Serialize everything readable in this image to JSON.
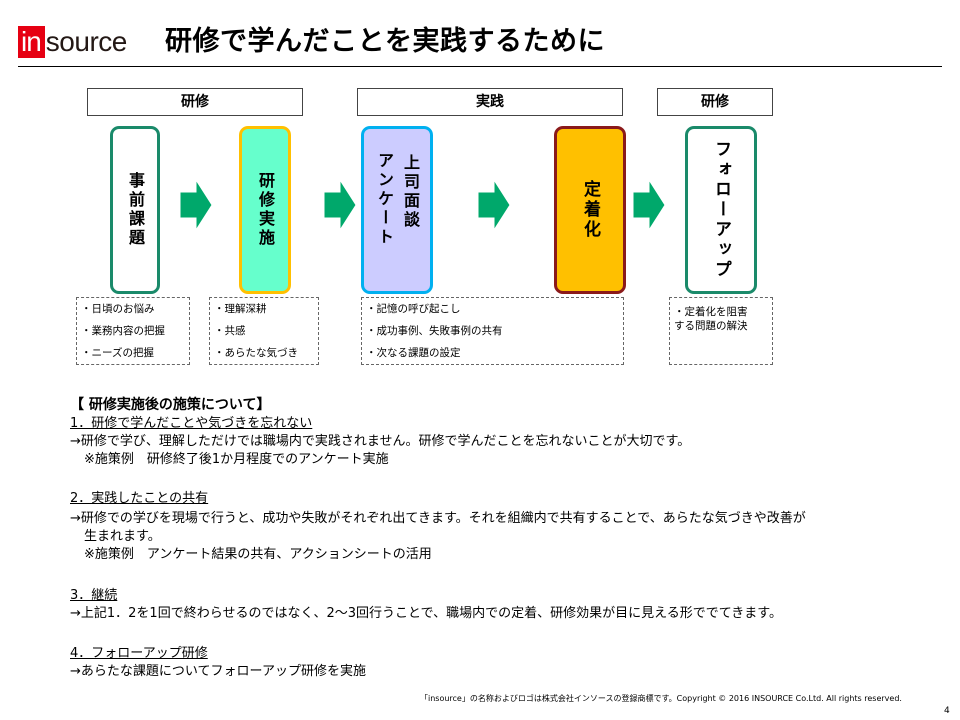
{
  "header": {
    "logo_in": "in",
    "logo_rest": "source",
    "title": "研修で学んだことを実践するために"
  },
  "phases": [
    "研修",
    "実践",
    "研修"
  ],
  "steps": [
    {
      "text": "事前課題",
      "fill": "#ffffff",
      "border": "#1a8a6a"
    },
    {
      "text": "研修実施",
      "fill": "#66ffcc",
      "border": "#ffc000"
    },
    {
      "text": "上司面談",
      "text2": "アンケート",
      "fill": "#ccccff",
      "border": "#00b0f0"
    },
    {
      "text": "定着化",
      "fill": "#ffc000",
      "border": "#8b1a1a"
    },
    {
      "text": "フォローアップ",
      "fill": "#ffffff",
      "border": "#1a8a6a"
    }
  ],
  "arrow_color": "#00a86b",
  "notes": {
    "prework": [
      "・日頃のお悩み",
      "・業務内容の把握",
      "・ニーズの把握"
    ],
    "training": [
      "・理解深耕",
      "・共感",
      "・あらたな気づき"
    ],
    "practice": [
      "・記憶の呼び起こし",
      "・成功事例、失敗事例の共有",
      "・次なる課題の設定"
    ],
    "followup": [
      "・定着化を阻害",
      "する問題の解決"
    ]
  },
  "measures": {
    "title": "【 研修実施後の施策について】",
    "items": [
      {
        "heading": "1．研修で学んだことや気づきを忘れない",
        "lines": [
          "→研修で学び、理解しただけでは職場内で実践されません。研修で学んだことを忘れないことが大切です。",
          "※施策例　研修終了後1か月程度でのアンケート実施"
        ]
      },
      {
        "heading": "2．実践したことの共有",
        "lines": [
          "→研修での学びを現場で行うと、成功や失敗がそれぞれ出てきます。それを組織内で共有することで、あらたな気づきや改善が",
          "生まれます。",
          "※施策例　アンケート結果の共有、アクションシートの活用"
        ]
      },
      {
        "heading": "3．継続",
        "lines": [
          "→上記1．2を1回で終わらせるのではなく、2～3回行うことで、職場内での定着、研修効果が目に見える形ででてきます。"
        ]
      },
      {
        "heading": "4．フォローアップ研修",
        "lines": [
          "→あらたな課題についてフォローアップ研修を実施"
        ]
      }
    ]
  },
  "footer": {
    "copyright": "「insource」の名称およびロゴは株式会社インソースの登録商標です。Copyright © 2016 INSOURCE Co.Ltd. All rights reserved.",
    "page": "4"
  }
}
